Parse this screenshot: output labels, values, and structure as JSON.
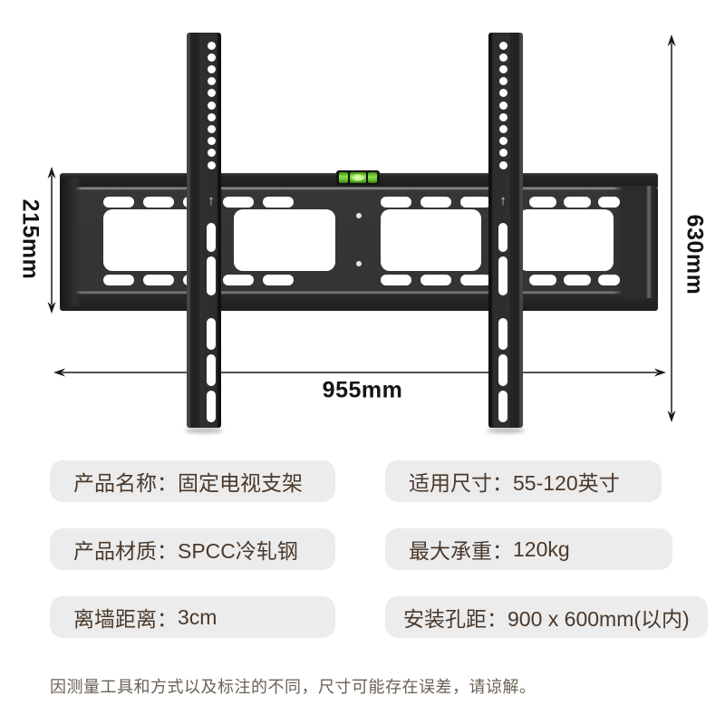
{
  "diagram": {
    "product": "fixed TV wall mount bracket",
    "dimensions": {
      "plate_height": "215mm",
      "total_height": "630mm",
      "total_width": "955mm"
    },
    "level_color": "#8ae24c"
  },
  "specs": {
    "colon": "：",
    "items": [
      {
        "label": "产品名称",
        "value": "固定电视支架"
      },
      {
        "label": "适用尺寸",
        "value": "55-120英寸"
      },
      {
        "label": "产品材质",
        "value": "SPCC冷轧钢"
      },
      {
        "label": "最大承重",
        "value": "120kg"
      },
      {
        "label": "离墙距离",
        "value": "3cm"
      },
      {
        "label": "安装孔距",
        "value": "900 x 600mm(以内)"
      }
    ]
  },
  "note": {
    "text": "因测量工具和方式以及标注的不同，尺寸可能存在误差，请谅解。"
  }
}
